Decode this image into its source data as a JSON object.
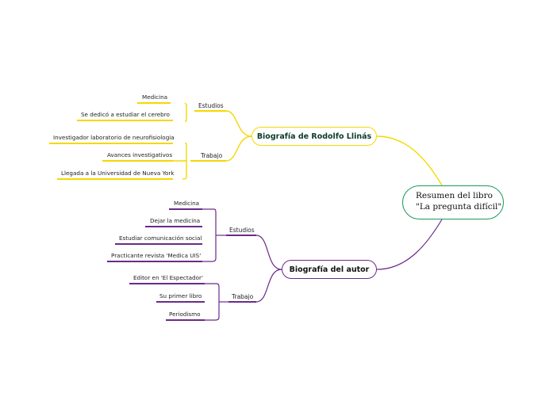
{
  "root": {
    "line1": "Resumen del libro",
    "line2": "\"La pregunta difícil\""
  },
  "branches": [
    {
      "title": "Biografía de Rodolfo Llinás",
      "color": "#f5d800",
      "text_color": "#0b3b2a",
      "groups": [
        {
          "label": "Estudios",
          "items": [
            "Medicina",
            "Se dedicó a estudiar el cerebro"
          ]
        },
        {
          "label": "Trabajo",
          "items": [
            "Investigador laboratorio de neurofisiologia",
            "Avances investigativos",
            "Llegada a la Universidad de Nueva York"
          ]
        }
      ]
    },
    {
      "title": "Biografía del autor",
      "color": "#6a2a8a",
      "text_color": "#111111",
      "groups": [
        {
          "label": "Estudios",
          "items": [
            "Medicina",
            "Dejar la medicina",
            "Estudiar comunicación social",
            "Practicante revista 'Medica UIS'"
          ]
        },
        {
          "label": "Trabajo",
          "items": [
            "Editor en 'El Espectador'",
            "Su primer libro",
            "Periodismo"
          ]
        }
      ]
    }
  ]
}
